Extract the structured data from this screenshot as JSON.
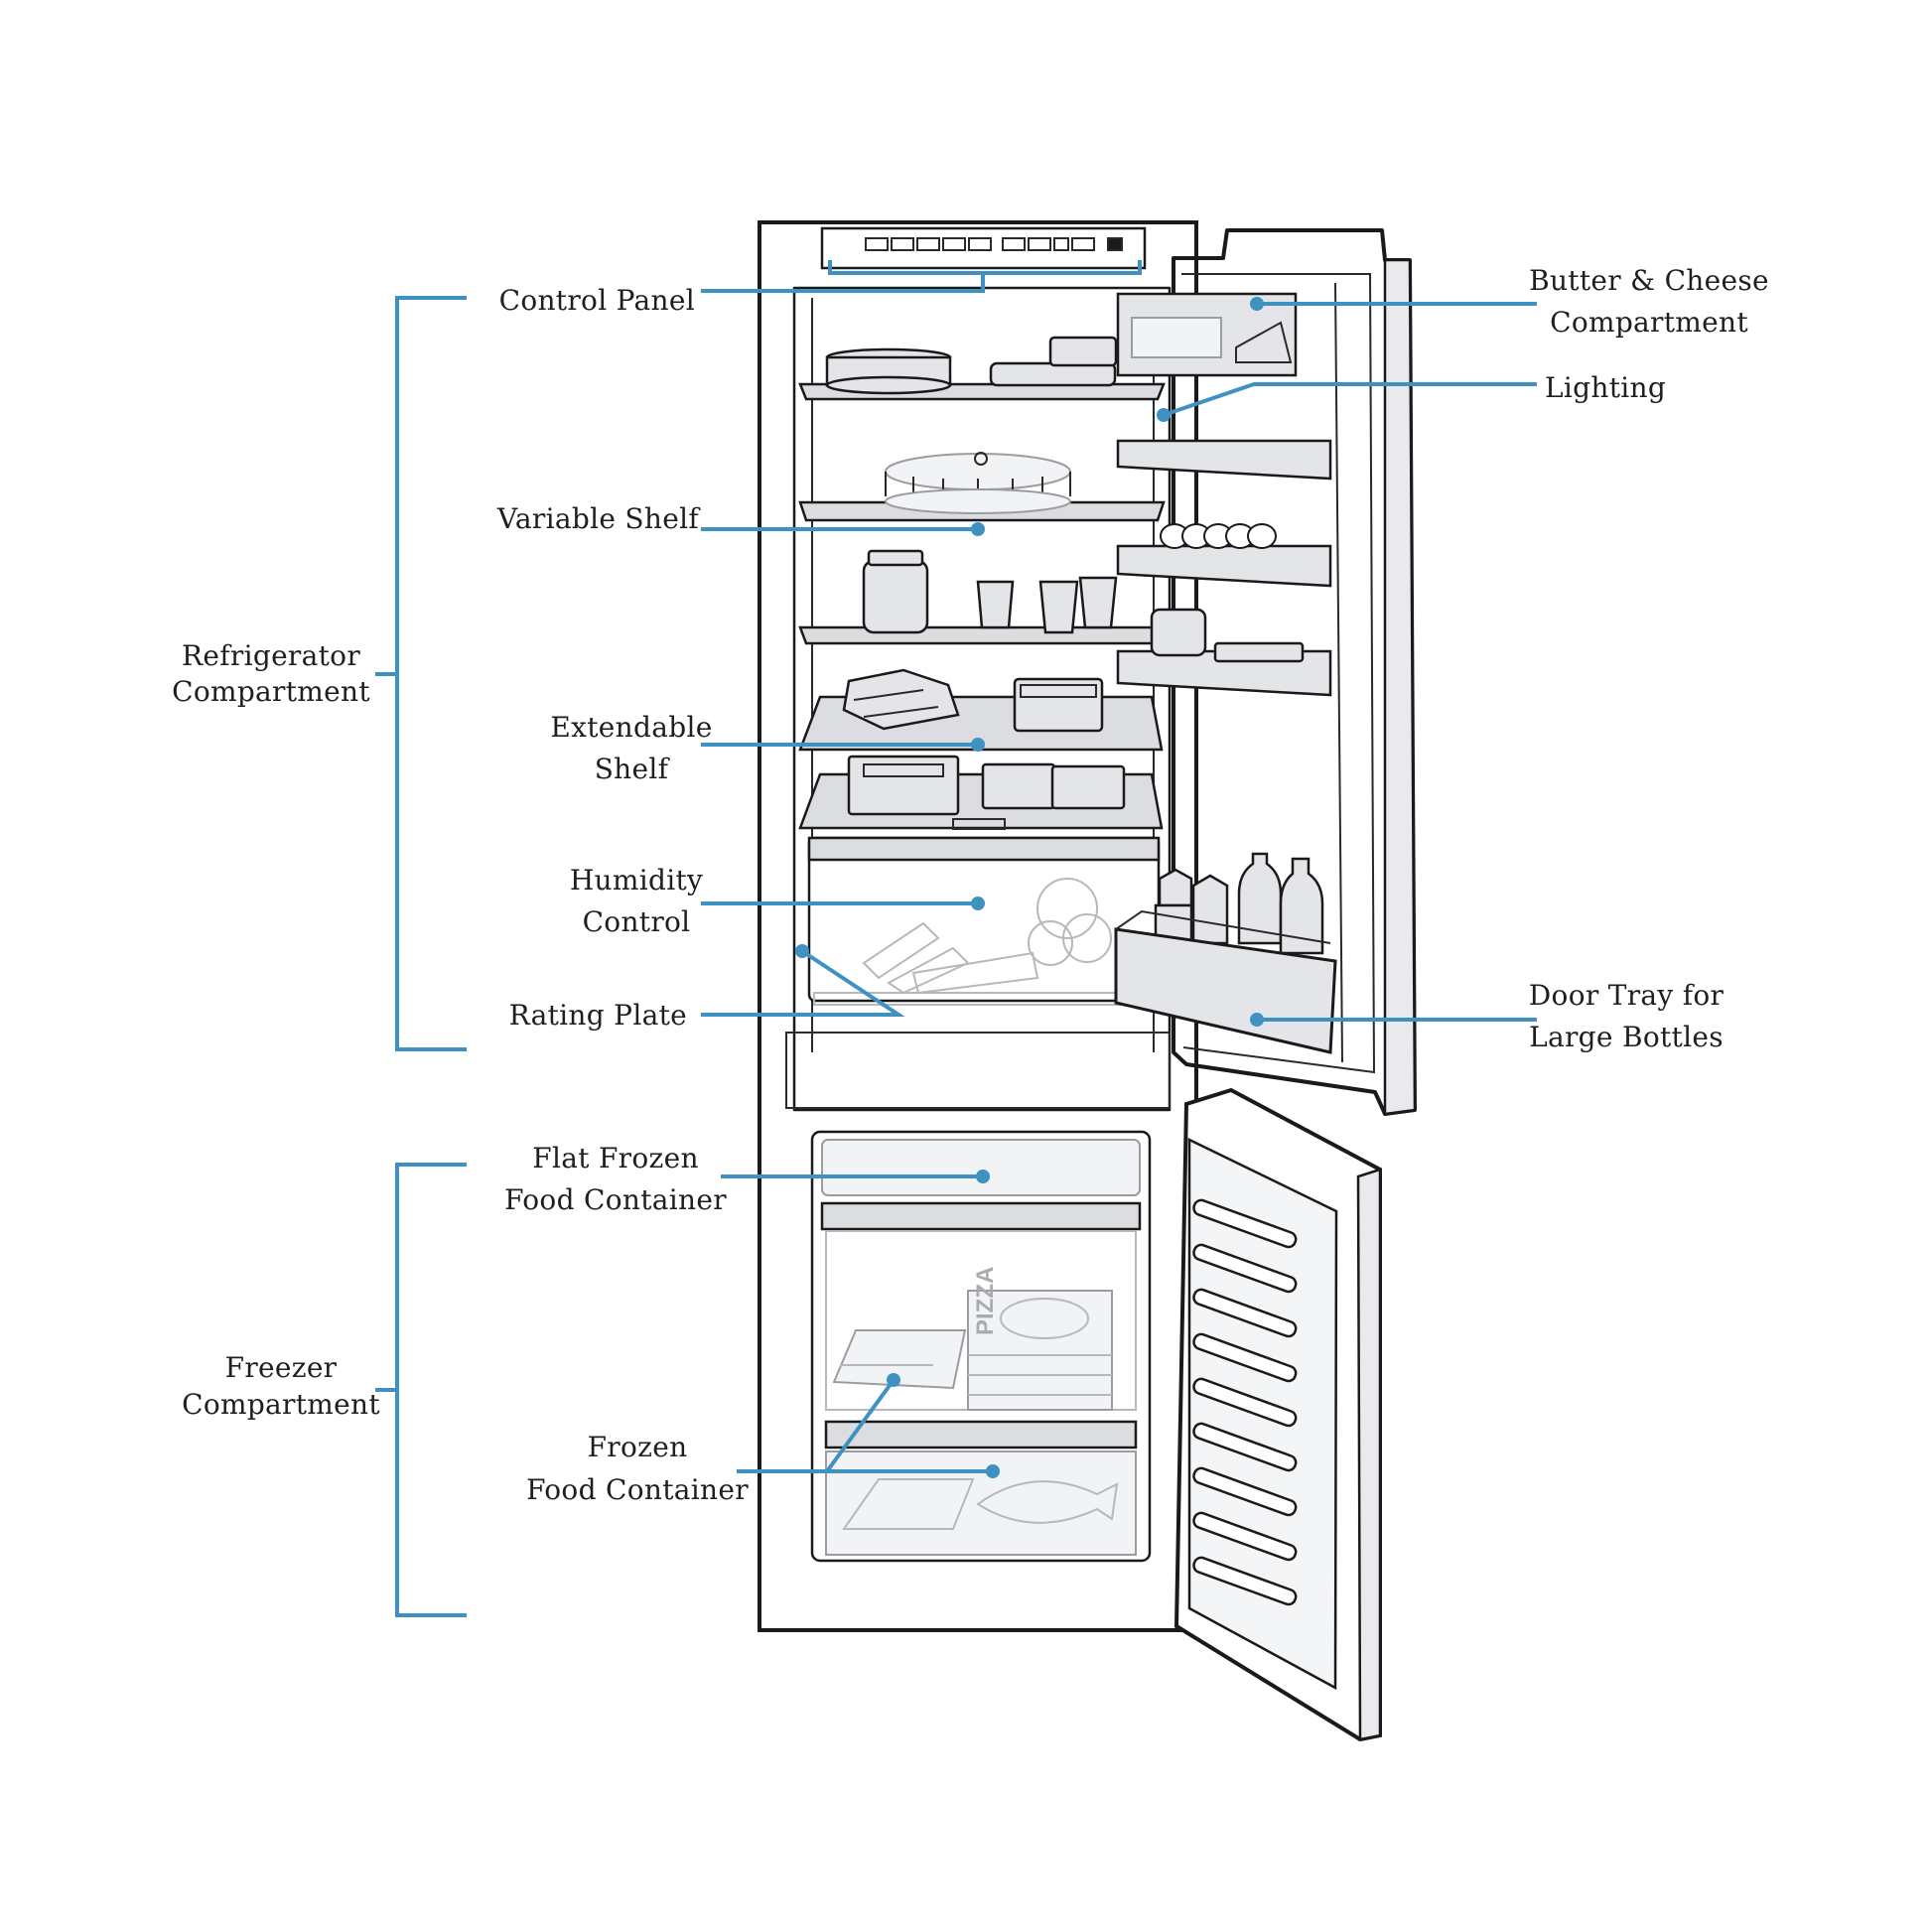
{
  "labels": {
    "control_panel": "Control Panel",
    "variable_shelf": "Variable Shelf",
    "extendable_shelf_1": "Extendable",
    "extendable_shelf_2": "Shelf",
    "humidity_control_1": "Humidity",
    "humidity_control_2": "Control",
    "rating_plate": "Rating Plate",
    "flat_frozen_1": "Flat Frozen",
    "flat_frozen_2": "Food Container",
    "frozen_1": "Frozen",
    "frozen_2": "Food Container",
    "refrigerator_1": "Refrigerator",
    "refrigerator_2": "Compartment",
    "freezer_1": "Freezer",
    "freezer_2": "Compartment",
    "butter_cheese_1": "Butter & Cheese",
    "butter_cheese_2": "Compartment",
    "lighting": "Lighting",
    "door_tray_1": "Door Tray for",
    "door_tray_2": "Large Bottles"
  },
  "illustration": {
    "pizza_box_text": "PIZZA"
  },
  "colors": {
    "callout": "#3f91c2",
    "outline": "#1a1a1a",
    "shelf_fill": "#dcdde0"
  }
}
